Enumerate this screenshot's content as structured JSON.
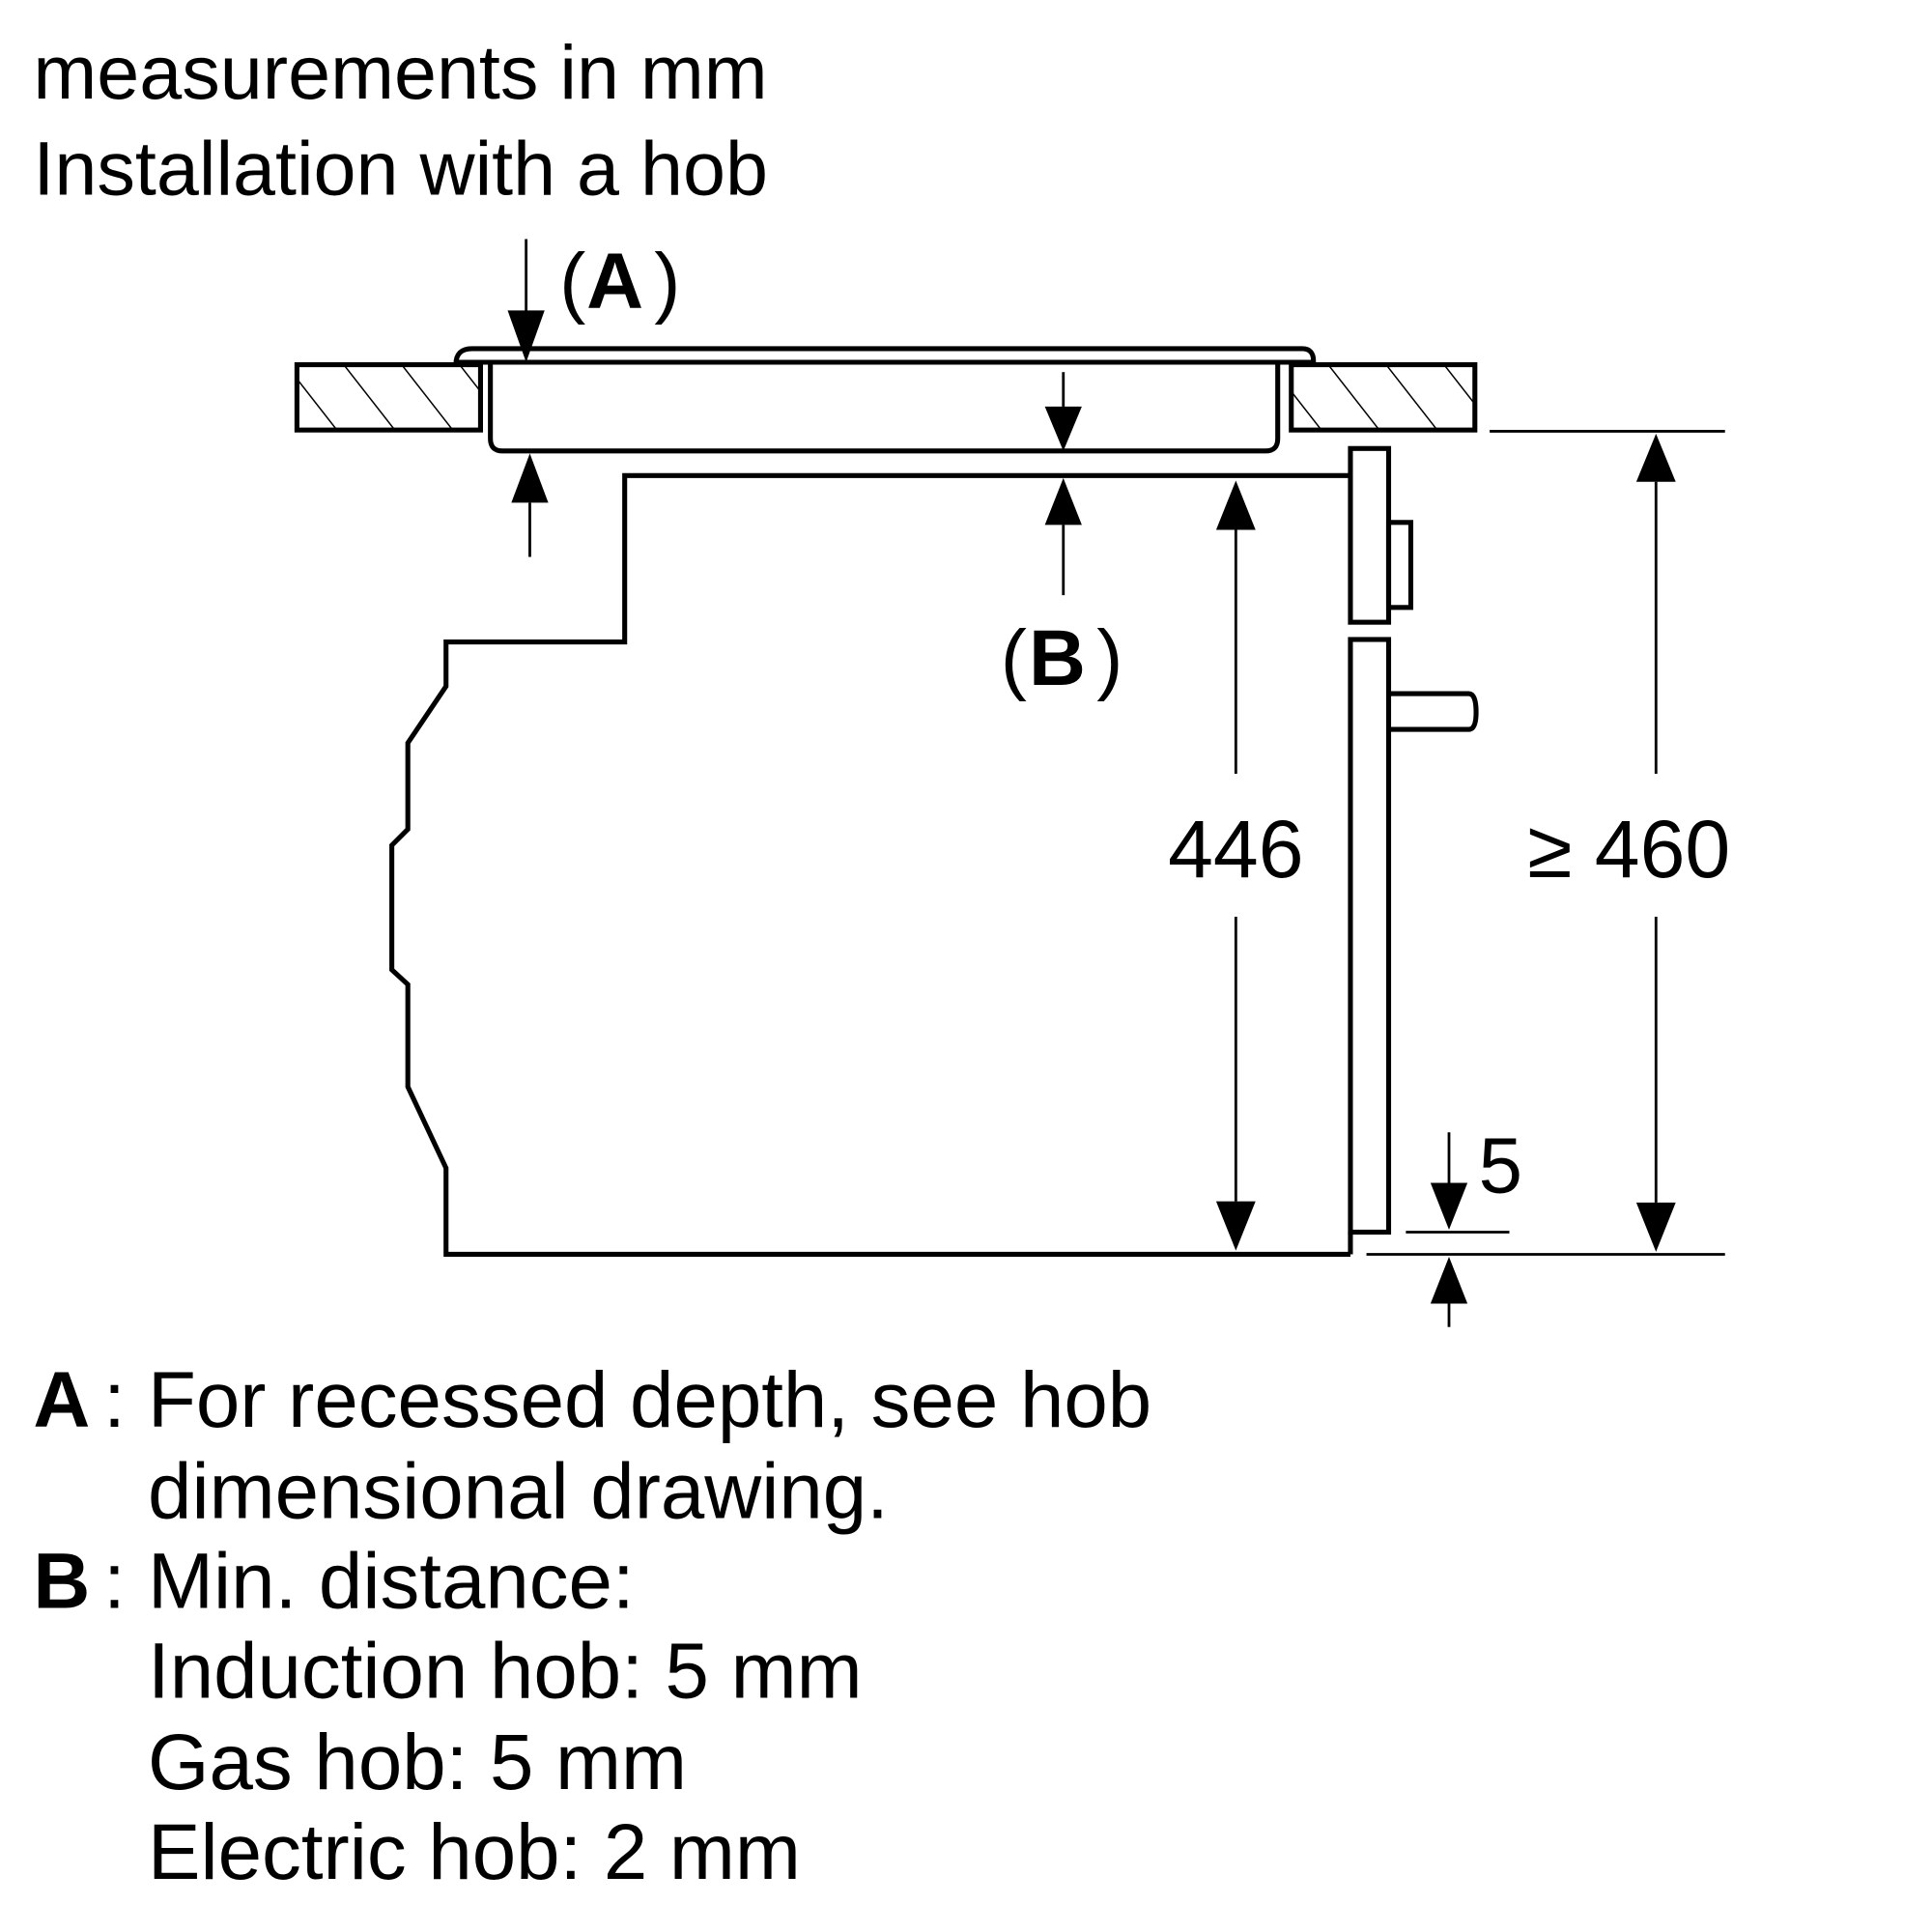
{
  "header": {
    "line1": "measurements in mm",
    "line2": "Installation with a hob"
  },
  "labels": {
    "A": "A",
    "B": "B",
    "paren_open": "(",
    "paren_close": ")",
    "dim_446": "446",
    "dim_460": "≥ 460",
    "dim_5": "5"
  },
  "legend": [
    {
      "key": "A",
      "sep": ":",
      "lines": [
        "For recessed depth, see hob",
        "dimensional drawing."
      ]
    },
    {
      "key": "B",
      "sep": ":",
      "lines": [
        "Min. distance:",
        "Induction hob: 5 mm",
        "Gas hob: 5 mm",
        "Electric hob: 2 mm"
      ]
    }
  ],
  "colors": {
    "ink": "#000000",
    "background": "#ffffff"
  }
}
